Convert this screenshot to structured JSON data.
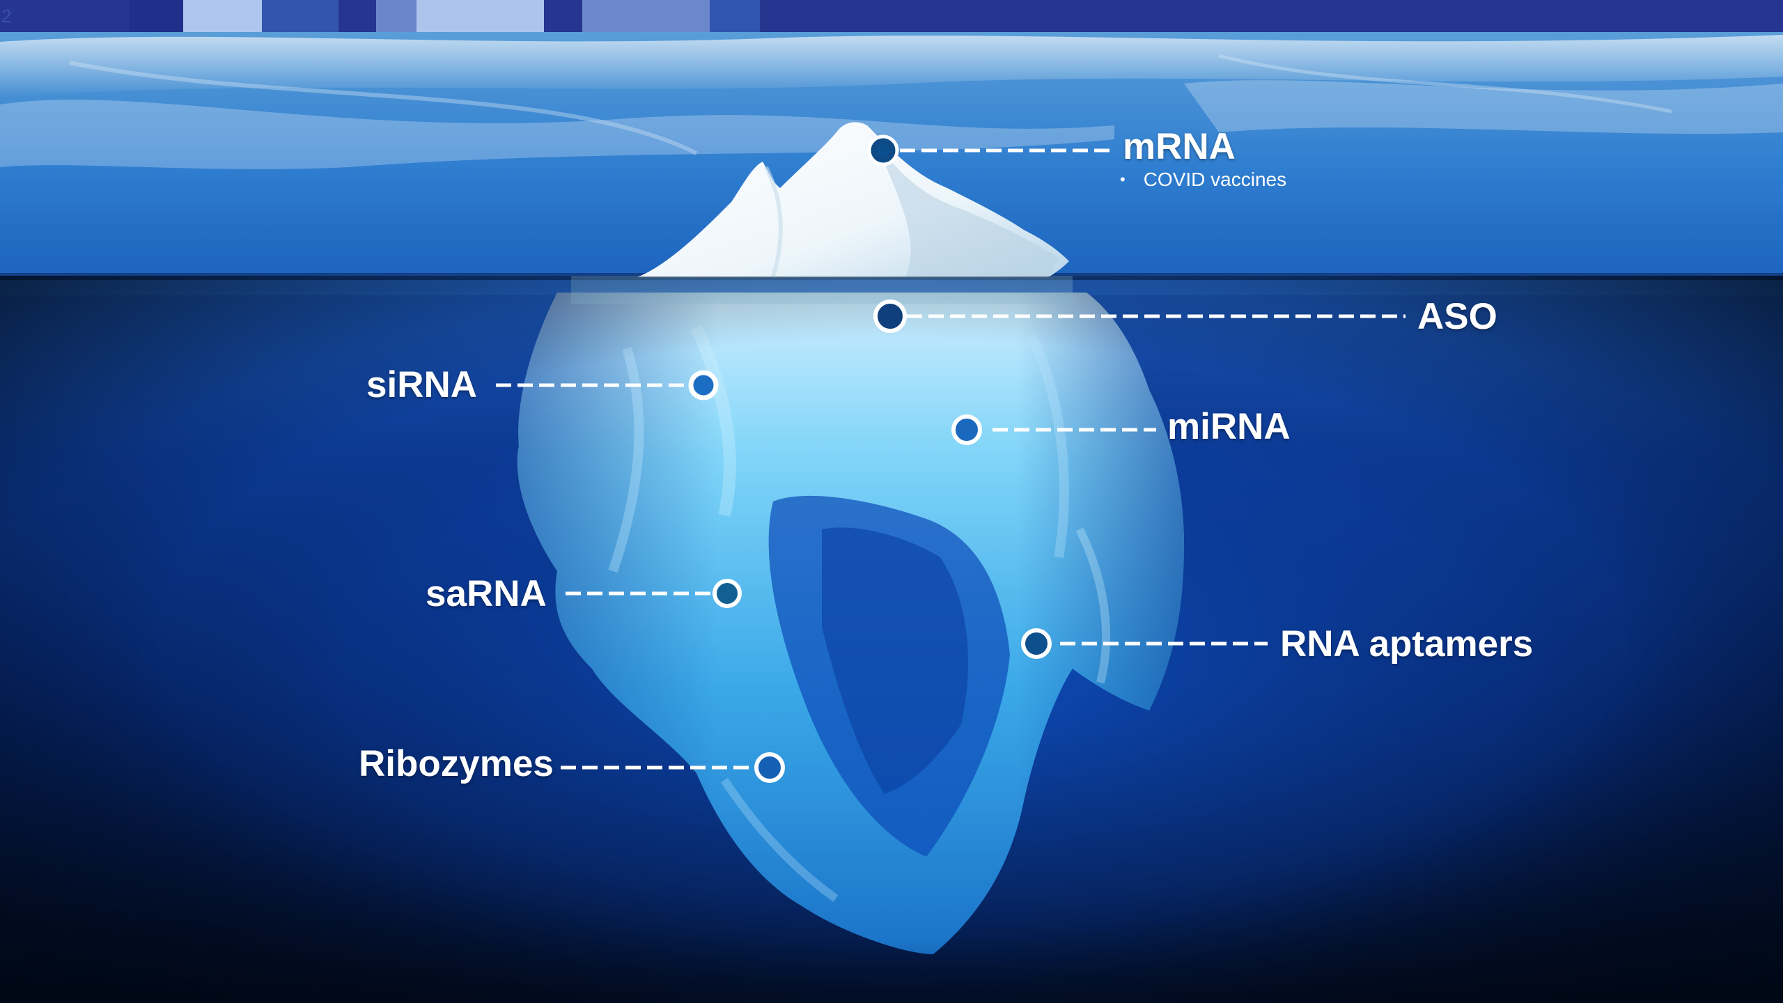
{
  "slide": {
    "number": "2"
  },
  "header_bar": {
    "base_color": "#26358f",
    "accent_colors": [
      "#1f2f8a",
      "#aec6ee",
      "#3355ae",
      "#6c86cc",
      "#adc4ed",
      "#6b88cc",
      "#2f55b0"
    ]
  },
  "scene": {
    "sky_color": "#2f7ed0",
    "water_color": "#0a3b9c",
    "deep_water_color": "#020d24",
    "ice_color": "#6fc7f0",
    "marker_icon": "target-ring-icon"
  },
  "labels": {
    "mrna": {
      "title": "mRNA",
      "bullets": [
        "COVID vaccines"
      ]
    },
    "aso": {
      "title": "ASO"
    },
    "sirna": {
      "title": "siRNA"
    },
    "mirna": {
      "title": "miRNA"
    },
    "sarna": {
      "title": "saRNA"
    },
    "rna_aptamers": {
      "title": "RNA aptamers"
    },
    "ribozymes": {
      "title": "Ribozymes"
    }
  }
}
